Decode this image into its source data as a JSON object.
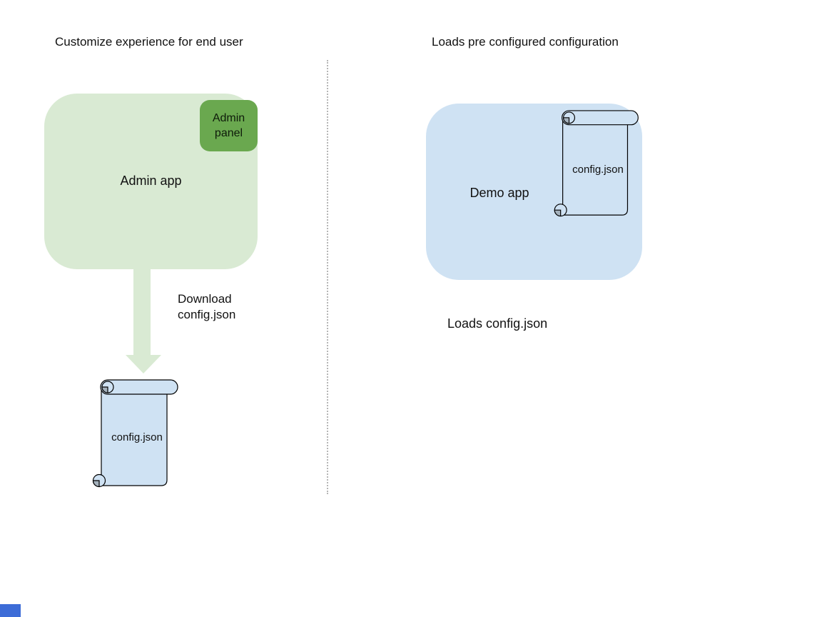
{
  "left_section": {
    "title": "Customize experience for end user",
    "app_box_label": "Admin app",
    "panel_badge_label": "Admin panel",
    "arrow_label": "Download\nconfig.json",
    "scroll_label": "config.json"
  },
  "right_section": {
    "title": "Loads pre configured configuration",
    "app_box_label": "Demo app",
    "scroll_label": "config.json",
    "caption": "Loads config.json"
  },
  "colors": {
    "app_green_fill": "#d9ead3",
    "badge_green_fill": "#6aa84f",
    "app_blue_fill": "#cfe2f3",
    "scroll_fill": "#cfe2f3",
    "scroll_stroke": "#000000",
    "curl_gray": "#a4b1bc",
    "arrow_fill": "#d9ead3",
    "divider_gray": "#b5b5b5",
    "corner_marker_blue": "#3d6cd7",
    "text": "#111111"
  }
}
